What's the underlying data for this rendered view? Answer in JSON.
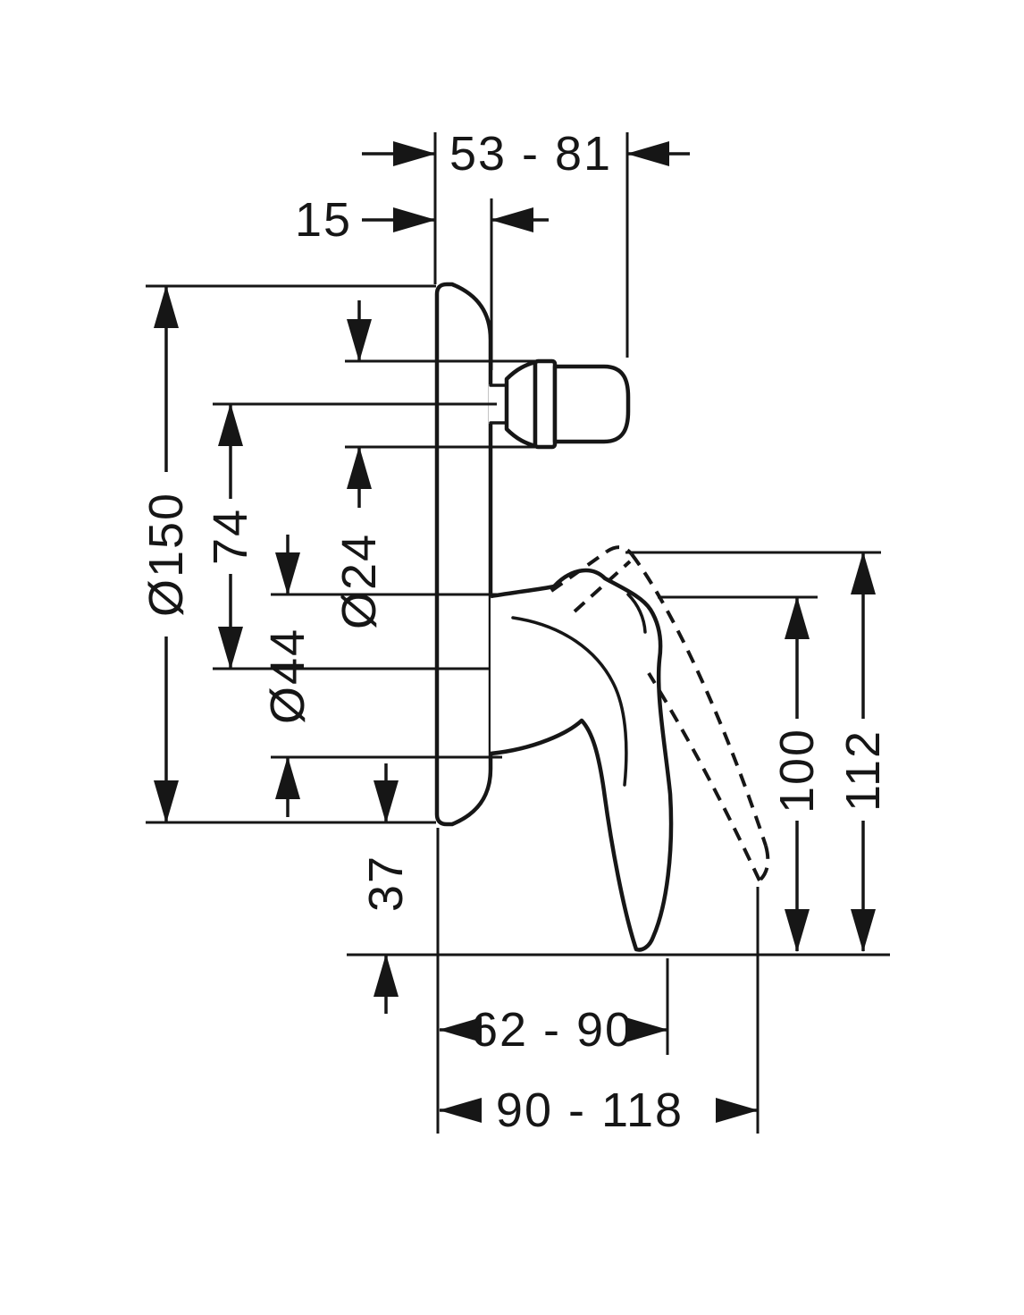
{
  "page": {
    "background": "#ffffff",
    "line_color": "#161616"
  },
  "diagram": {
    "dimensions": {
      "depth_range_top": "53 - 81",
      "plate_thickness": "15",
      "plate_diameter": "Ø150",
      "centers_distance": "74",
      "handle_hub_diameter": "Ø44",
      "knob_diameter": "Ø24",
      "below_plate_offset": "37",
      "height_handle": "100",
      "height_lever": "112",
      "reach_range": "62 - 90",
      "reach_range_max": "90 - 118"
    }
  }
}
